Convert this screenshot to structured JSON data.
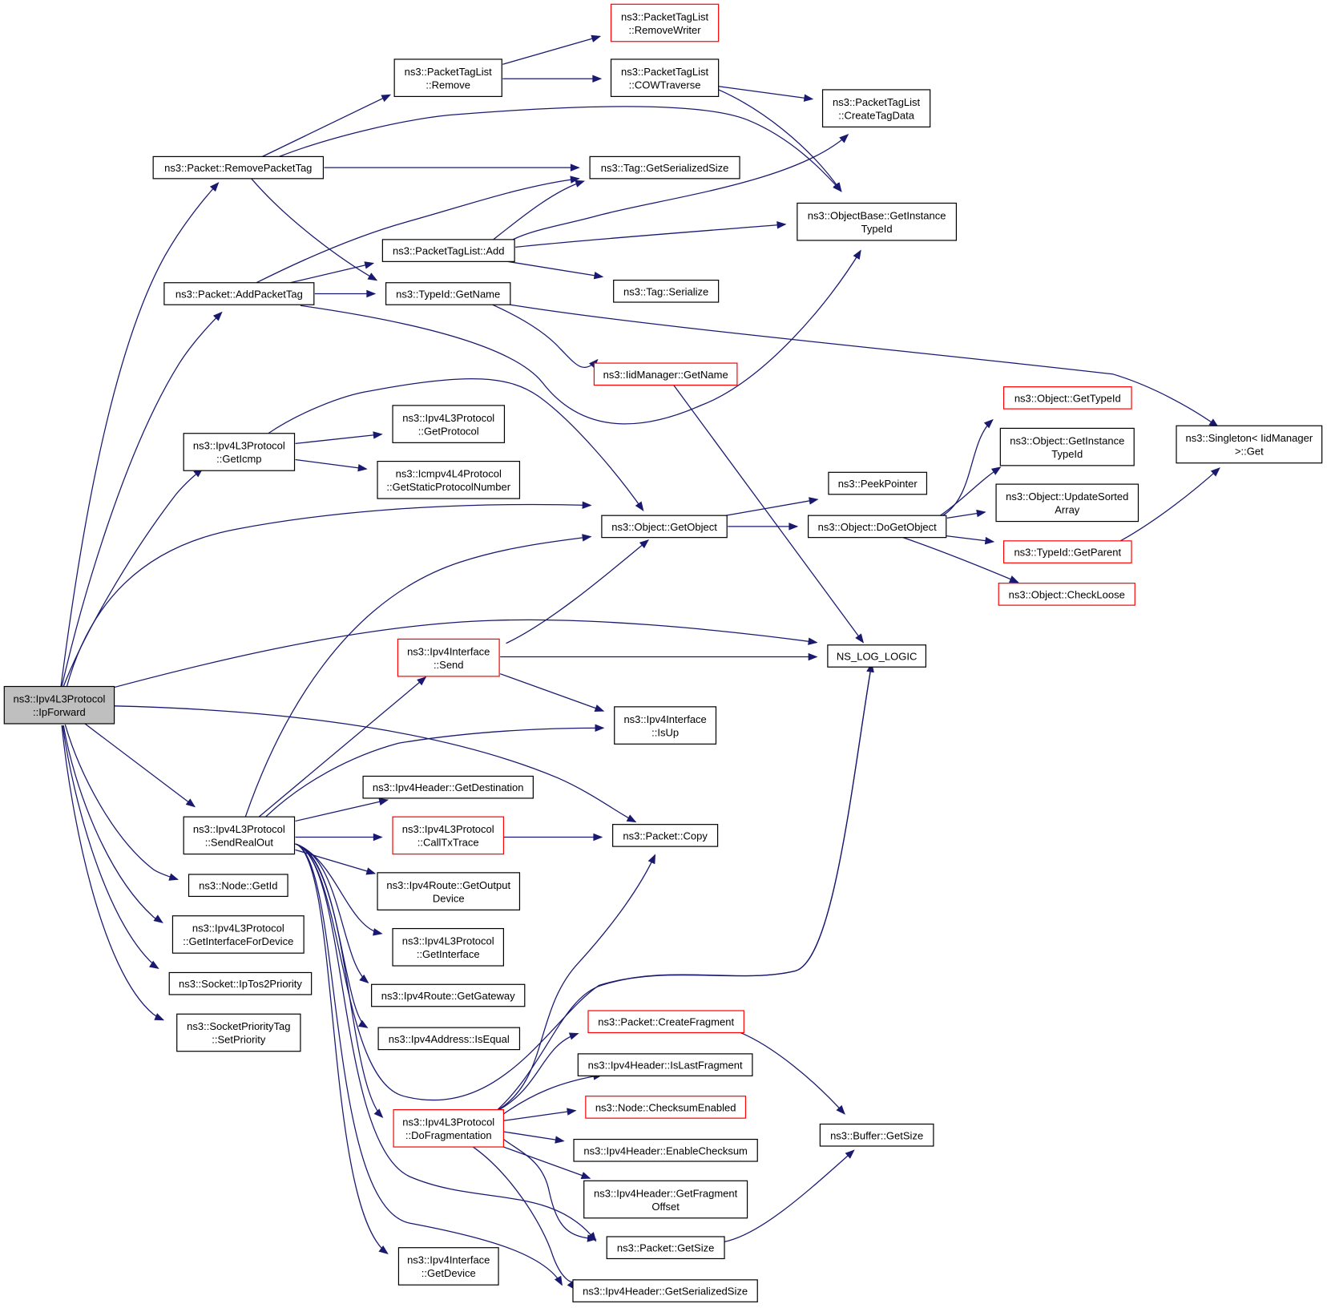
{
  "diagram": {
    "colors": {
      "edge": "#191970",
      "current_fill": "#bfbfbf",
      "truncated_border": "#ff0000",
      "border": "#000000"
    },
    "nodes": [
      {
        "id": "ipforward",
        "kind": "current",
        "lines": [
          "ns3::Ipv4L3Protocol",
          "::IpForward"
        ]
      },
      {
        "id": "removewriter",
        "kind": "truncated",
        "lines": [
          "ns3::PacketTagList",
          "::RemoveWriter"
        ]
      },
      {
        "id": "ptl_remove",
        "kind": "plain",
        "lines": [
          "ns3::PacketTagList",
          "::Remove"
        ]
      },
      {
        "id": "cowtraverse",
        "kind": "plain",
        "lines": [
          "ns3::PacketTagList",
          "::COWTraverse"
        ]
      },
      {
        "id": "createtagdata",
        "kind": "plain",
        "lines": [
          "ns3::PacketTagList",
          "::CreateTagData"
        ]
      },
      {
        "id": "removepackettag",
        "kind": "plain",
        "lines": [
          "ns3::Packet::RemovePacketTag"
        ]
      },
      {
        "id": "tag_getserializedsize",
        "kind": "plain",
        "lines": [
          "ns3::Tag::GetSerializedSize"
        ]
      },
      {
        "id": "objectbase_getinstancetypeid",
        "kind": "plain",
        "lines": [
          "ns3::ObjectBase::GetInstance",
          "TypeId"
        ]
      },
      {
        "id": "ptl_add",
        "kind": "plain",
        "lines": [
          "ns3::PacketTagList::Add"
        ]
      },
      {
        "id": "addpackettag",
        "kind": "plain",
        "lines": [
          "ns3::Packet::AddPacketTag"
        ]
      },
      {
        "id": "typeid_getname",
        "kind": "plain",
        "lines": [
          "ns3::TypeId::GetName"
        ]
      },
      {
        "id": "tag_serialize",
        "kind": "plain",
        "lines": [
          "ns3::Tag::Serialize"
        ]
      },
      {
        "id": "iidmanager_getname",
        "kind": "truncated",
        "lines": [
          "ns3::IidManager::GetName"
        ]
      },
      {
        "id": "object_gettypeid",
        "kind": "truncated",
        "lines": [
          "ns3::Object::GetTypeId"
        ]
      },
      {
        "id": "singleton_get",
        "kind": "plain",
        "lines": [
          "ns3::Singleton< IidManager",
          ">::Get"
        ]
      },
      {
        "id": "getprotocol",
        "kind": "plain",
        "lines": [
          "ns3::Ipv4L3Protocol",
          "::GetProtocol"
        ]
      },
      {
        "id": "object_getinstancetypeid",
        "kind": "plain",
        "lines": [
          "ns3::Object::GetInstance",
          "TypeId"
        ]
      },
      {
        "id": "geticmp",
        "kind": "plain",
        "lines": [
          "ns3::Ipv4L3Protocol",
          "::GetIcmp"
        ]
      },
      {
        "id": "getstaticprotocolnumber",
        "kind": "plain",
        "lines": [
          "ns3::Icmpv4L4Protocol",
          "::GetStaticProtocolNumber"
        ]
      },
      {
        "id": "peekpointer",
        "kind": "plain",
        "lines": [
          "ns3::PeekPointer"
        ]
      },
      {
        "id": "updatesortedarray",
        "kind": "plain",
        "lines": [
          "ns3::Object::UpdateSorted",
          "Array"
        ]
      },
      {
        "id": "object_getobject",
        "kind": "plain",
        "lines": [
          "ns3::Object::GetObject"
        ]
      },
      {
        "id": "object_dogetobject",
        "kind": "plain",
        "lines": [
          "ns3::Object::DoGetObject"
        ]
      },
      {
        "id": "typeid_getparent",
        "kind": "truncated",
        "lines": [
          "ns3::TypeId::GetParent"
        ]
      },
      {
        "id": "object_checkloose",
        "kind": "truncated",
        "lines": [
          "ns3::Object::CheckLoose"
        ]
      },
      {
        "id": "ipv4interface_send",
        "kind": "truncated",
        "lines": [
          "ns3::Ipv4Interface",
          "::Send"
        ]
      },
      {
        "id": "ns_log_logic",
        "kind": "plain",
        "lines": [
          "NS_LOG_LOGIC"
        ]
      },
      {
        "id": "ipv4interface_isup",
        "kind": "plain",
        "lines": [
          "ns3::Ipv4Interface",
          "::IsUp"
        ]
      },
      {
        "id": "getdestination",
        "kind": "plain",
        "lines": [
          "ns3::Ipv4Header::GetDestination"
        ]
      },
      {
        "id": "sendrealout",
        "kind": "plain",
        "lines": [
          "ns3::Ipv4L3Protocol",
          "::SendRealOut"
        ]
      },
      {
        "id": "calltxtrace",
        "kind": "truncated",
        "lines": [
          "ns3::Ipv4L3Protocol",
          "::CallTxTrace"
        ]
      },
      {
        "id": "packet_copy",
        "kind": "plain",
        "lines": [
          "ns3::Packet::Copy"
        ]
      },
      {
        "id": "node_getid",
        "kind": "plain",
        "lines": [
          "ns3::Node::GetId"
        ]
      },
      {
        "id": "getoutputdevice",
        "kind": "plain",
        "lines": [
          "ns3::Ipv4Route::GetOutput",
          "Device"
        ]
      },
      {
        "id": "getinterfacefordevice",
        "kind": "plain",
        "lines": [
          "ns3::Ipv4L3Protocol",
          "::GetInterfaceForDevice"
        ]
      },
      {
        "id": "getinterface",
        "kind": "plain",
        "lines": [
          "ns3::Ipv4L3Protocol",
          "::GetInterface"
        ]
      },
      {
        "id": "iptos2priority",
        "kind": "plain",
        "lines": [
          "ns3::Socket::IpTos2Priority"
        ]
      },
      {
        "id": "getgateway",
        "kind": "plain",
        "lines": [
          "ns3::Ipv4Route::GetGateway"
        ]
      },
      {
        "id": "setpriority",
        "kind": "plain",
        "lines": [
          "ns3::SocketPriorityTag",
          "::SetPriority"
        ]
      },
      {
        "id": "isequal",
        "kind": "plain",
        "lines": [
          "ns3::Ipv4Address::IsEqual"
        ]
      },
      {
        "id": "createfragment",
        "kind": "truncated",
        "lines": [
          "ns3::Packet::CreateFragment"
        ]
      },
      {
        "id": "islastfragment",
        "kind": "plain",
        "lines": [
          "ns3::Ipv4Header::IsLastFragment"
        ]
      },
      {
        "id": "checksumenabled",
        "kind": "truncated",
        "lines": [
          "ns3::Node::ChecksumEnabled"
        ]
      },
      {
        "id": "dofragmentation",
        "kind": "truncated",
        "lines": [
          "ns3::Ipv4L3Protocol",
          "::DoFragmentation"
        ]
      },
      {
        "id": "buffer_getsize",
        "kind": "plain",
        "lines": [
          "ns3::Buffer::GetSize"
        ]
      },
      {
        "id": "enablechecksum",
        "kind": "plain",
        "lines": [
          "ns3::Ipv4Header::EnableChecksum"
        ]
      },
      {
        "id": "getfragmentoffset",
        "kind": "plain",
        "lines": [
          "ns3::Ipv4Header::GetFragment",
          "Offset"
        ]
      },
      {
        "id": "packet_getsize",
        "kind": "plain",
        "lines": [
          "ns3::Packet::GetSize"
        ]
      },
      {
        "id": "ipv4interface_getdevice",
        "kind": "plain",
        "lines": [
          "ns3::Ipv4Interface",
          "::GetDevice"
        ]
      },
      {
        "id": "ipv4header_getserializedsize",
        "kind": "plain",
        "lines": [
          "ns3::Ipv4Header::GetSerializedSize"
        ]
      }
    ],
    "edges": [
      [
        "ipforward",
        "removepackettag"
      ],
      [
        "ipforward",
        "addpackettag"
      ],
      [
        "ipforward",
        "geticmp"
      ],
      [
        "ipforward",
        "object_getobject"
      ],
      [
        "ipforward",
        "ns_log_logic"
      ],
      [
        "ipforward",
        "packet_copy"
      ],
      [
        "ipforward",
        "sendrealout"
      ],
      [
        "ipforward",
        "node_getid"
      ],
      [
        "ipforward",
        "getinterfacefordevice"
      ],
      [
        "ipforward",
        "iptos2priority"
      ],
      [
        "ipforward",
        "setpriority"
      ],
      [
        "removepackettag",
        "ptl_remove"
      ],
      [
        "removepackettag",
        "tag_getserializedsize"
      ],
      [
        "removepackettag",
        "objectbase_getinstancetypeid"
      ],
      [
        "removepackettag",
        "typeid_getname"
      ],
      [
        "ptl_remove",
        "removewriter"
      ],
      [
        "ptl_remove",
        "cowtraverse"
      ],
      [
        "cowtraverse",
        "createtagdata"
      ],
      [
        "cowtraverse",
        "objectbase_getinstancetypeid"
      ],
      [
        "addpackettag",
        "tag_getserializedsize"
      ],
      [
        "addpackettag",
        "ptl_add"
      ],
      [
        "addpackettag",
        "typeid_getname"
      ],
      [
        "addpackettag",
        "objectbase_getinstancetypeid"
      ],
      [
        "ptl_add",
        "tag_getserializedsize"
      ],
      [
        "ptl_add",
        "createtagdata"
      ],
      [
        "ptl_add",
        "objectbase_getinstancetypeid"
      ],
      [
        "ptl_add",
        "tag_serialize"
      ],
      [
        "typeid_getname",
        "iidmanager_getname"
      ],
      [
        "typeid_getname",
        "singleton_get"
      ],
      [
        "iidmanager_getname",
        "ns_log_logic"
      ],
      [
        "geticmp",
        "getprotocol"
      ],
      [
        "geticmp",
        "getstaticprotocolnumber"
      ],
      [
        "geticmp",
        "object_getobject"
      ],
      [
        "object_getobject",
        "peekpointer"
      ],
      [
        "object_getobject",
        "object_dogetobject"
      ],
      [
        "object_dogetobject",
        "object_gettypeid"
      ],
      [
        "object_dogetobject",
        "object_getinstancetypeid"
      ],
      [
        "object_dogetobject",
        "updatesortedarray"
      ],
      [
        "object_dogetobject",
        "typeid_getparent"
      ],
      [
        "object_dogetobject",
        "object_checkloose"
      ],
      [
        "typeid_getparent",
        "singleton_get"
      ],
      [
        "ipv4interface_send",
        "object_getobject"
      ],
      [
        "ipv4interface_send",
        "ns_log_logic"
      ],
      [
        "ipv4interface_send",
        "ipv4interface_isup"
      ],
      [
        "sendrealout",
        "object_getobject"
      ],
      [
        "sendrealout",
        "ipv4interface_send"
      ],
      [
        "sendrealout",
        "ipv4interface_isup"
      ],
      [
        "sendrealout",
        "getdestination"
      ],
      [
        "sendrealout",
        "calltxtrace"
      ],
      [
        "sendrealout",
        "getoutputdevice"
      ],
      [
        "sendrealout",
        "getinterface"
      ],
      [
        "sendrealout",
        "getgateway"
      ],
      [
        "sendrealout",
        "isequal"
      ],
      [
        "sendrealout",
        "ns_log_logic"
      ],
      [
        "sendrealout",
        "dofragmentation"
      ],
      [
        "sendrealout",
        "packet_getsize"
      ],
      [
        "sendrealout",
        "ipv4header_getserializedsize"
      ],
      [
        "sendrealout",
        "ipv4interface_getdevice"
      ],
      [
        "calltxtrace",
        "packet_copy"
      ],
      [
        "dofragmentation",
        "packet_copy"
      ],
      [
        "dofragmentation",
        "ns_log_logic"
      ],
      [
        "dofragmentation",
        "createfragment"
      ],
      [
        "dofragmentation",
        "islastfragment"
      ],
      [
        "dofragmentation",
        "checksumenabled"
      ],
      [
        "dofragmentation",
        "enablechecksum"
      ],
      [
        "dofragmentation",
        "getfragmentoffset"
      ],
      [
        "dofragmentation",
        "packet_getsize"
      ],
      [
        "dofragmentation",
        "ipv4header_getserializedsize"
      ],
      [
        "createfragment",
        "buffer_getsize"
      ],
      [
        "packet_getsize",
        "buffer_getsize"
      ]
    ]
  }
}
